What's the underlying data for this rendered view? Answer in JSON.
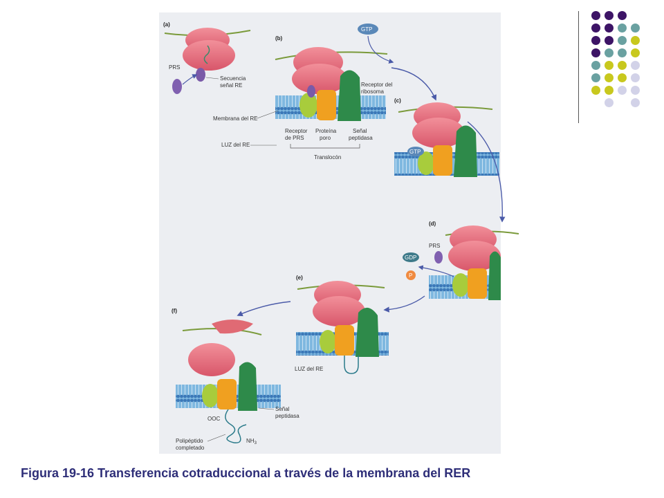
{
  "caption": "Figura 19-16 Transferencia cotraduccional a través de la membrana del RER",
  "panels": {
    "a": "(a)",
    "b": "(b)",
    "c": "(c)",
    "d": "(d)",
    "e": "(e)",
    "f": "(f)"
  },
  "labels": {
    "prs": "PRS",
    "signal_seq_1": "Secuencia",
    "signal_seq_2": "señal RE",
    "gtp_top": "GTP",
    "ribosome_receptor_1": "Receptor del",
    "ribosome_receptor_2": "ribosoma",
    "er_membrane": "Membrana del RE",
    "prs_receptor_1": "Receptor",
    "prs_receptor_2": "de PRS",
    "pore_protein_1": "Proteína",
    "pore_protein_2": "poro",
    "signal_peptidase_1": "Señal",
    "signal_peptidase_2": "peptidasa",
    "er_lumen": "LUZ del RE",
    "translocon": "Translocón",
    "gtp_c": "GTP",
    "prs_d": "PRS",
    "gdp": "GDP",
    "p": "P",
    "er_lumen_e": "LUZ del RE",
    "signal_f_1": "Señal",
    "signal_f_2": "peptidasa",
    "ooc": "OOC",
    "nh3": "NH",
    "nh3_sub": "3",
    "polypeptide_1": "Polipéptido",
    "polypeptide_2": "completado"
  },
  "colors": {
    "caption": "#2e2e78",
    "ribosome": "#e8707e",
    "membrane": "#6aaad6",
    "prs_receptor": "#a8cc3c",
    "pore": "#f0a020",
    "ribo_receptor": "#2e8a4a",
    "prs": "#8060b0",
    "gtp": "#5a88b8",
    "dot_purple": "#3d1466",
    "dot_teal": "#6aa1a1",
    "dot_yellow": "#c8c81e",
    "dot_lavender": "#d2d2e8"
  },
  "decor_dots": [
    [
      "purple",
      "purple",
      "purple",
      ""
    ],
    [
      "purple",
      "purple",
      "teal",
      "teal"
    ],
    [
      "purple",
      "purple",
      "teal",
      "yellow"
    ],
    [
      "purple",
      "teal",
      "teal",
      "yellow"
    ],
    [
      "teal",
      "yellow",
      "yellow",
      "lavender"
    ],
    [
      "teal",
      "yellow",
      "yellow",
      "lavender"
    ],
    [
      "yellow",
      "yellow",
      "lavender",
      "lavender"
    ],
    [
      "",
      "lavender",
      "",
      "lavender"
    ]
  ]
}
